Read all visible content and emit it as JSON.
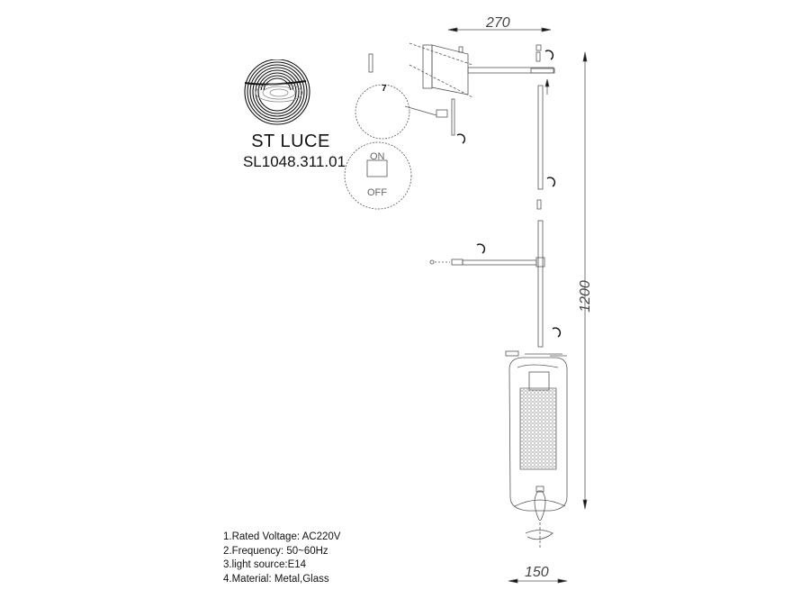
{
  "logo": {
    "brand": "ST LUCE",
    "model": "SL1048.311.01"
  },
  "specs": [
    {
      "label": "1.Rated Voltage:",
      "value": "AC220V"
    },
    {
      "label": "2.Frequency:",
      "value": "50~60Hz"
    },
    {
      "label": "3.light source:",
      "value": "E14"
    },
    {
      "label": "4.Material:",
      "value": "Metal,Glass"
    }
  ],
  "dimensions": {
    "width": "270",
    "height": "1200",
    "diameter": "150"
  },
  "switch_detail": {
    "on": "ON",
    "off": "OFF"
  },
  "wiring_detail": {
    "step": "7"
  },
  "colors": {
    "line": "#555555",
    "text": "#111111",
    "background": "#ffffff"
  }
}
